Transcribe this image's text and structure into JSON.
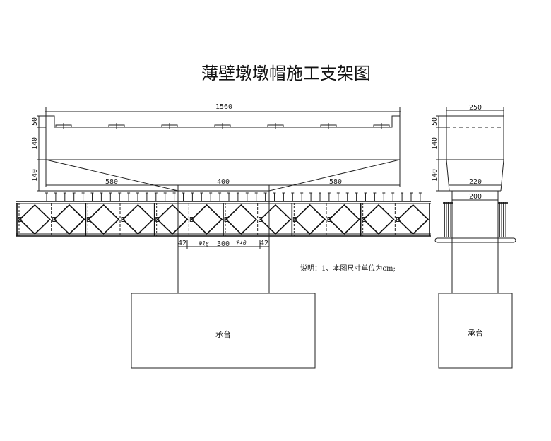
{
  "title": "薄壁墩墩帽施工支架图",
  "front_view": {
    "dims": {
      "total_length": "1560",
      "left_span": "580",
      "middle_span": "400",
      "right_span": "580",
      "height_top": "50",
      "height_mid": "140",
      "height_bottom": "140",
      "bottom_left": "42",
      "bottom_middle": "300",
      "bottom_right": "42",
      "bolt_left": "φ16",
      "bolt_right": "φ10"
    },
    "truss_panels": 6,
    "footing_label": "承台"
  },
  "side_view": {
    "dims": {
      "top_width": "250",
      "height_top": "50",
      "height_mid": "140",
      "height_bottom": "140",
      "bottom_width": "220",
      "column_width": "200"
    },
    "footing_label": "承台"
  },
  "note": "说明：1、本图尺寸单位为cm;"
}
